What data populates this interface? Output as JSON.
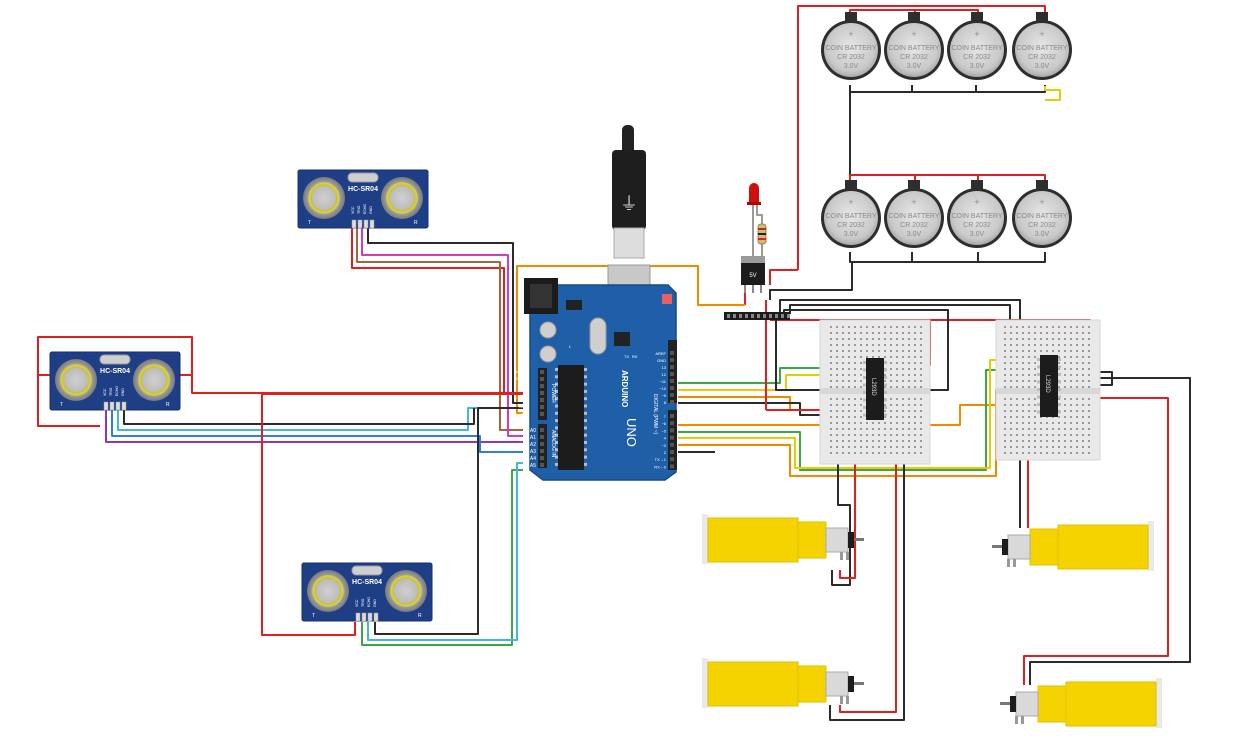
{
  "sensors": {
    "model": "HC-SR04",
    "pin_labels": [
      "VCC",
      "TRIG",
      "ECHO",
      "GND"
    ],
    "side_t": "T",
    "side_r": "R"
  },
  "batteries": {
    "line1": "COIN BATTERY",
    "line2": "CR 2032",
    "line3": "3.0V",
    "plus": "+"
  },
  "arduino": {
    "brand": "ARDUINO",
    "model": "UNO",
    "power_label": "POWER",
    "analog_label": "ANALOG IN",
    "digital_label": "DIGITAL (PWM ~)",
    "power_pins": [
      "IOREF",
      "RESET",
      "3.3V",
      "5V",
      "GND",
      "GND",
      "Vin"
    ],
    "analog_pins": [
      "A0",
      "A1",
      "A2",
      "A3",
      "A4",
      "A5"
    ],
    "digital_top": [
      "AREF",
      "GND",
      "13",
      "12",
      "~11",
      "~10",
      "~9",
      "8"
    ],
    "digital_bottom": [
      "7",
      "~6",
      "~5",
      "4",
      "~3",
      "2",
      "TX→1",
      "RX←0"
    ],
    "tx": "TX",
    "rx": "RX",
    "l": "L"
  },
  "regulator": {
    "label": "5V"
  },
  "drivers": [
    {
      "label": "L293D"
    },
    {
      "label": "L293D"
    }
  ],
  "colors": {
    "red": "#e02020",
    "black": "#2b2b2b",
    "orange": "#f08a00",
    "yellow": "#e8cc00",
    "green": "#3aa845",
    "purple": "#8a3ab9",
    "magenta": "#d23ac0",
    "blue": "#2e7ee0",
    "cyan": "#44b8d8",
    "brown": "#a5633c",
    "pcb_blue": "#1f5fa8",
    "sensor_blue": "#1e3f86",
    "motor_yellow": "#f5d300"
  }
}
